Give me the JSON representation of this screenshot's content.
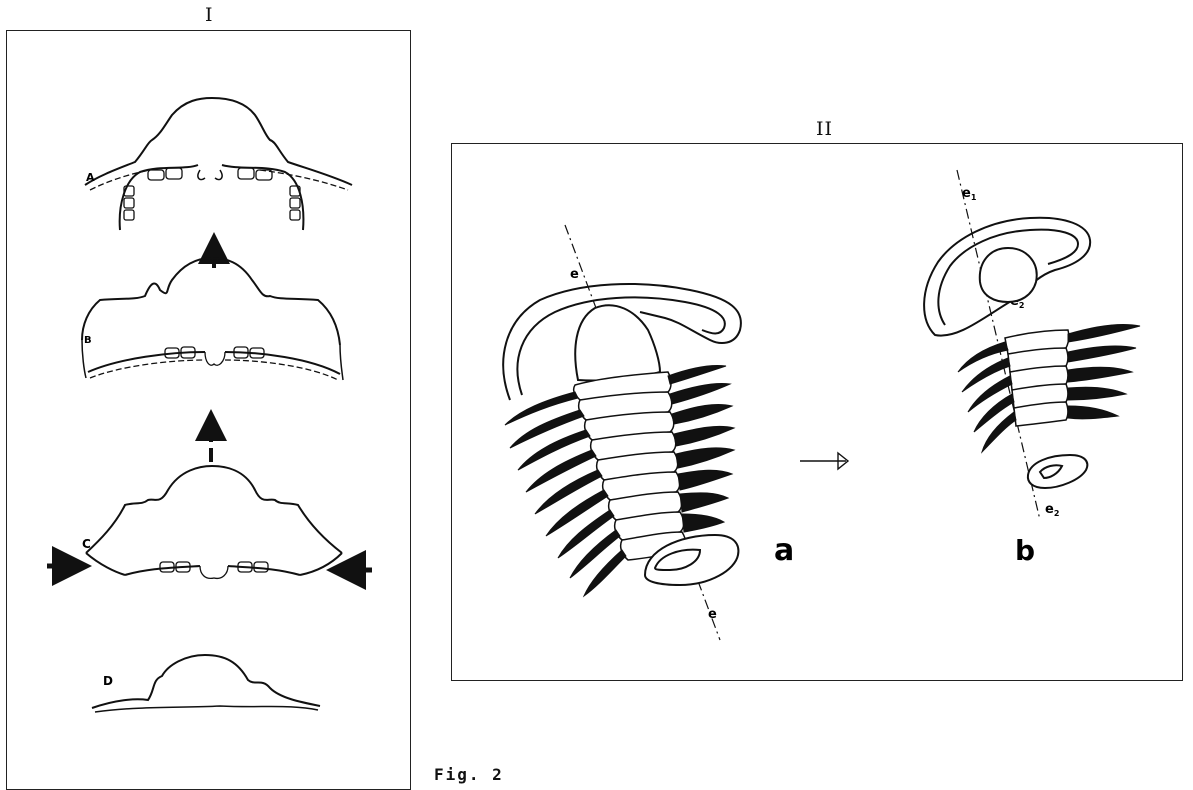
{
  "panel_I": {
    "title": "I",
    "stages": [
      {
        "label": "A"
      },
      {
        "label": "B"
      },
      {
        "label": "C"
      },
      {
        "label": "D"
      }
    ]
  },
  "panel_II": {
    "title": "II",
    "specimen_a": {
      "label": "a",
      "axis_label_top": "e",
      "axis_label_bottom": "e"
    },
    "specimen_b": {
      "label": "b",
      "axis_label_1": "e",
      "axis_label_1_sub": "1",
      "axis_label_2": "e",
      "axis_label_2_sub": "2",
      "axis_label_3": "e",
      "axis_label_3_sub": "2"
    }
  },
  "caption": "Fig. 2"
}
